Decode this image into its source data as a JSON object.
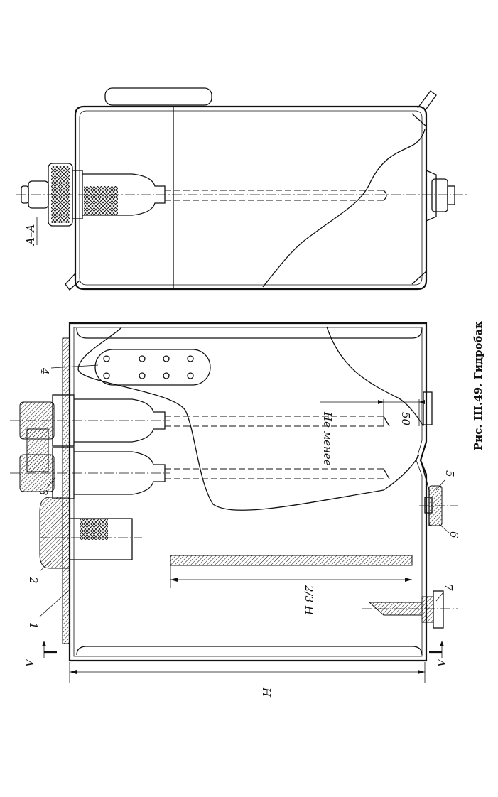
{
  "figure": {
    "caption": "Рис. III.49. Гидробак"
  },
  "section_view": {
    "label": "A–A"
  },
  "callouts": [
    "1",
    "2",
    "3",
    "4",
    "5",
    "6",
    "7"
  ],
  "dimensions": {
    "height": "H",
    "two_thirds": "2/3 H",
    "min_label": "Не менее",
    "min_value": "50"
  },
  "section_marks": {
    "left": "A",
    "right": "A"
  }
}
